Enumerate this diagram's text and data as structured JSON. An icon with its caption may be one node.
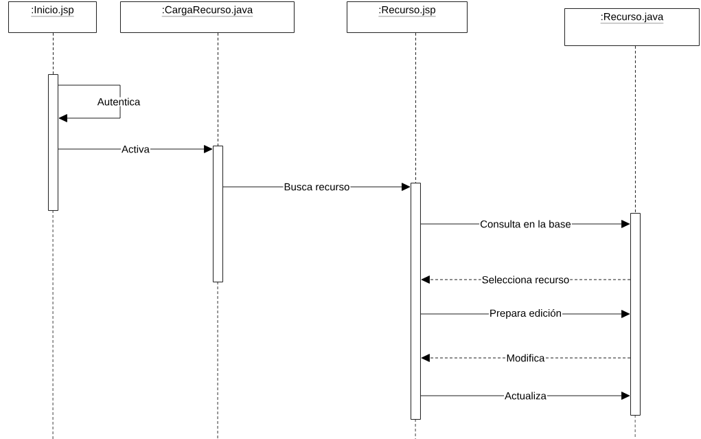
{
  "diagram": {
    "nodes": [
      {
        "text": [
          ":Inicio.jsp"
        ]
      },
      {
        "text": [
          ":CargaRecurso.java"
        ]
      },
      {
        "text": [
          ":Recurso.jsp"
        ]
      },
      {
        "text": [
          ":Recurso.java"
        ]
      },
      {
        "text": [],
        "shape": "bar"
      },
      {
        "text": [],
        "shape": "bar"
      },
      {
        "text": [],
        "shape": "bar"
      },
      {
        "text": [],
        "shape": "bar"
      }
    ],
    "edges": [
      {
        "from": 0,
        "to": 4,
        "arrow": "none",
        "style": "dashed"
      },
      {
        "from": 1,
        "to": 5,
        "arrow": "none",
        "style": "dashed"
      },
      {
        "from": 2,
        "to": 6,
        "arrow": "none",
        "style": "dashed"
      },
      {
        "from": 3,
        "to": 7,
        "arrow": "none",
        "style": "dashed"
      },
      {
        "from": 4,
        "to": 4,
        "arrow": "to",
        "label": "Autentica"
      },
      {
        "from": 4,
        "to": 5,
        "arrow": "to",
        "label": "Activa"
      },
      {
        "from": 5,
        "to": 6,
        "arrow": "to",
        "label": "Busca recurso"
      },
      {
        "from": 6,
        "to": 7,
        "arrow": "to",
        "label": "Consulta en la base"
      },
      {
        "from": 7,
        "to": 6,
        "arrow": "to",
        "label": "Selecciona recurso",
        "style": "dashed"
      },
      {
        "from": 6,
        "to": 7,
        "arrow": "to",
        "label": "Prepara edición"
      },
      {
        "from": 7,
        "to": 6,
        "arrow": "to",
        "label": "Modifica",
        "style": "dashed"
      },
      {
        "from": 6,
        "to": 7,
        "arrow": "to",
        "label": "Actualiza"
      }
    ]
  }
}
